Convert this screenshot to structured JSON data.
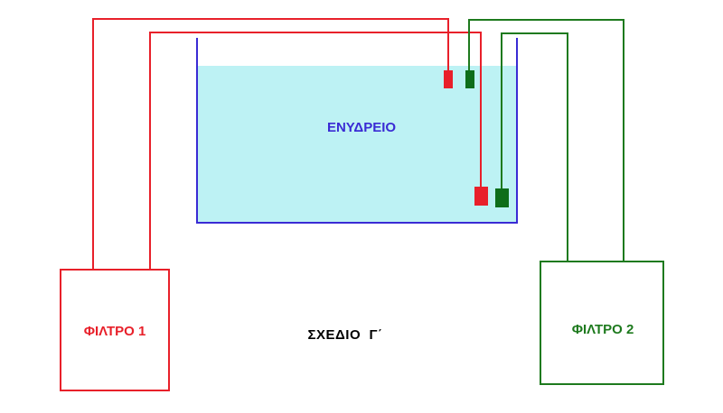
{
  "labels": {
    "aquarium": "ΕΝΥΔΡΕΙΟ",
    "filter1": "ΦΙΛΤΡΟ 1",
    "filter2": "ΦΙΛΤΡΟ 2",
    "plan": "ΣΧΕΔΙΟ  Γ΄"
  },
  "colors": {
    "filter1_lines": "#e8202a",
    "filter2_lines": "#1e7a1e",
    "tank_outline": "#3a2bd4",
    "water": "#bdf2f4",
    "aquarium_label": "#3a2bd4",
    "filter1_label": "#e8202a",
    "filter2_label": "#1e7a1e",
    "plan_label": "#000000",
    "red_nozzle": "#e8202a",
    "green_nozzle": "#0e6e1a"
  }
}
